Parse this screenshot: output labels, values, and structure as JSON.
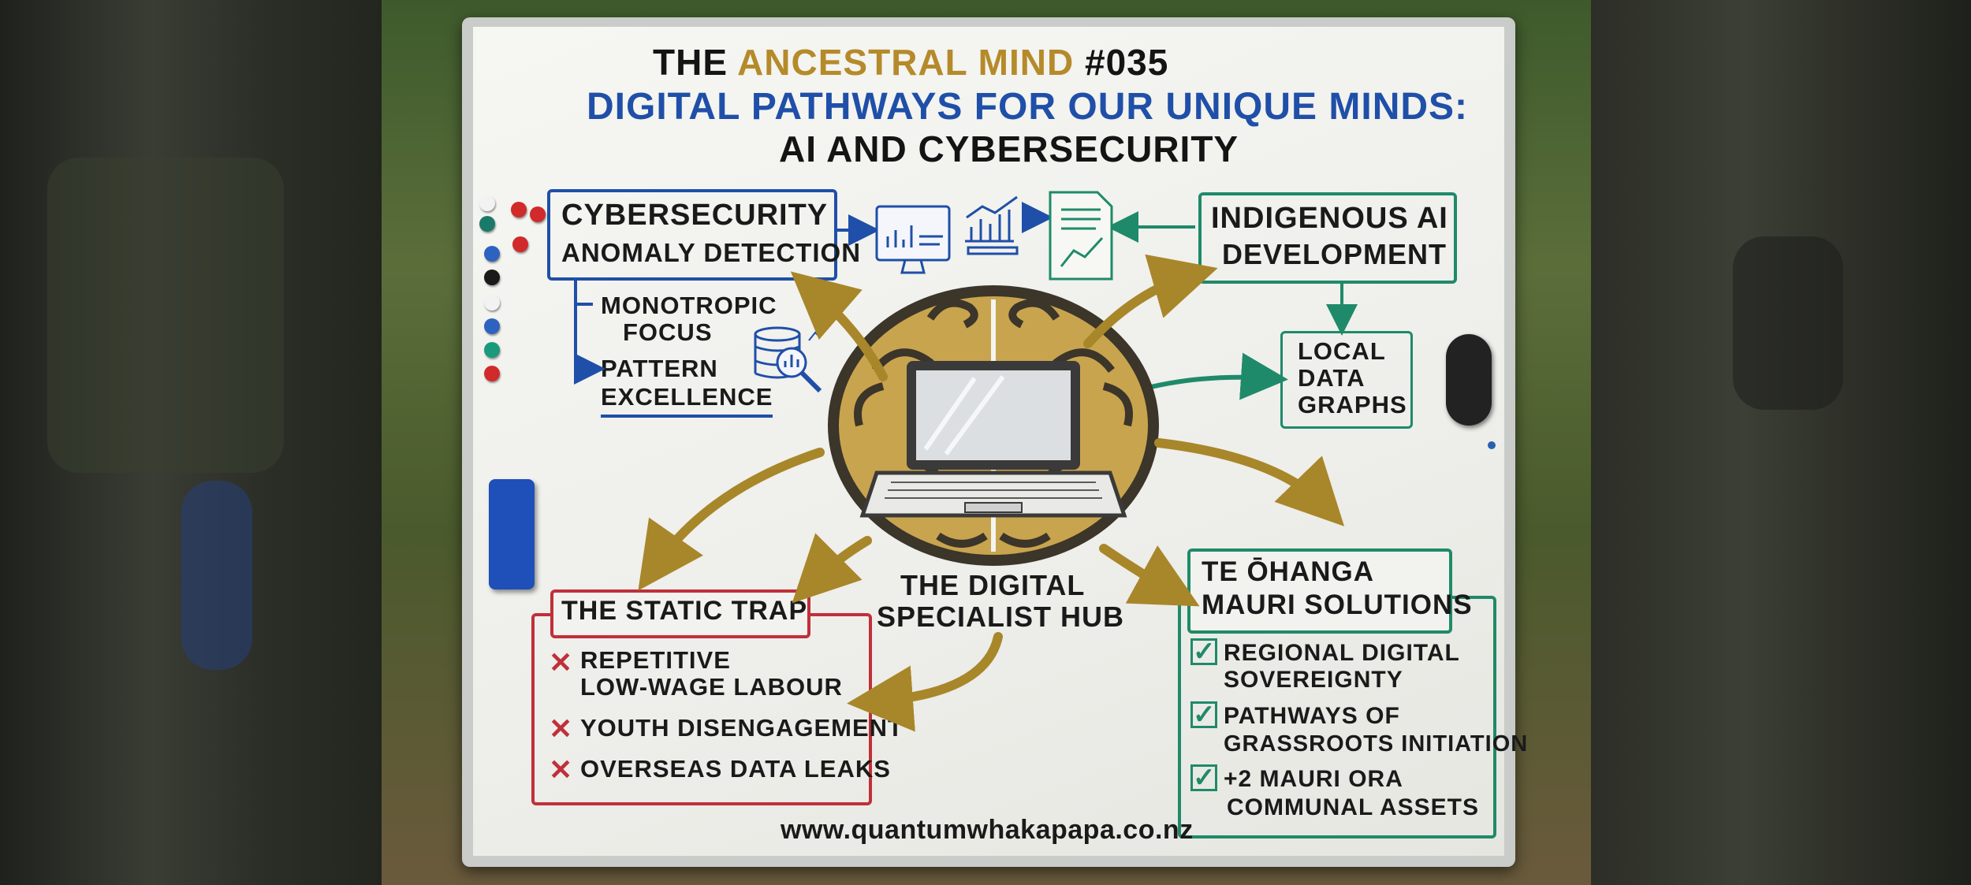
{
  "header": {
    "title_prefix": "The",
    "title_highlight": "Ancestral Mind",
    "title_number": "#035",
    "subtitle_line1": "Digital Pathways for our Unique Minds:",
    "subtitle_line2": "AI and Cybersecurity"
  },
  "cyber_box": {
    "line1": "Cybersecurity",
    "line2": "Anomaly Detection",
    "items": [
      {
        "line1": "Monotropic",
        "line2": "Focus"
      },
      {
        "line1": "Pattern",
        "line2": "Excellence"
      }
    ]
  },
  "ai_box": {
    "line1": "Indigenous AI",
    "line2": "Development",
    "sub": {
      "line1": "Local",
      "line2": "Data",
      "line3": "Graphs"
    }
  },
  "hub": {
    "line1": "The Digital",
    "line2": "Specialist Hub"
  },
  "trap_box": {
    "title": "The Static Trap",
    "items": [
      {
        "line1": "Repetitive",
        "line2": "Low-Wage Labour"
      },
      {
        "line1": "Youth Disengagement",
        "line2": ""
      },
      {
        "line1": "Overseas Data Leaks",
        "line2": ""
      }
    ]
  },
  "solutions_box": {
    "title_line1": "Te Ōhanga",
    "title_line2": "Mauri Solutions",
    "items": [
      {
        "line1": "Regional Digital",
        "line2": "Sovereignty"
      },
      {
        "line1": "Pathways of",
        "line2": "Grassroots Initiation"
      },
      {
        "line1": "+2 Mauri Ora",
        "line2": "Communal Assets"
      }
    ]
  },
  "footer": {
    "url": "www.quantumwhakapapa.co.nz"
  },
  "colors": {
    "blue": "#1f4fa8",
    "green": "#1f8a6a",
    "red": "#c0303a",
    "gold": "#b58a2a"
  }
}
